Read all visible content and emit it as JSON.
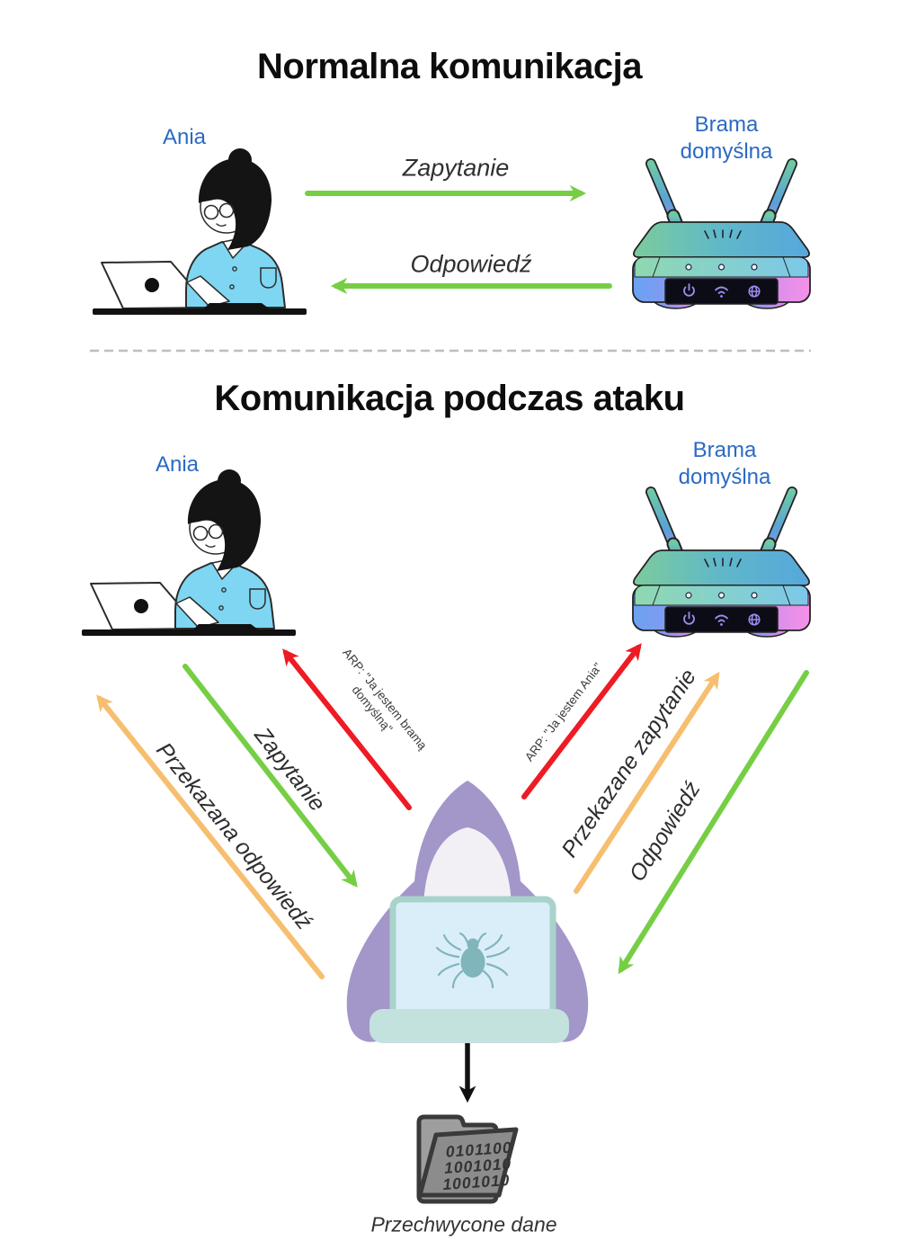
{
  "colors": {
    "arrow_green": "#76ce45",
    "arrow_orange": "#f6be6e",
    "arrow_red": "#ee1b24",
    "arrow_black": "#111111",
    "label_blue": "#2a6ac5",
    "shirt_blue": "#7fd6f2",
    "hoodie_purple": "#a396c9",
    "hacker_laptop_blue": "#daeef9",
    "hacker_laptop_teal": "#a9d2cb",
    "divider_gray": "#bdbdbd"
  },
  "normal": {
    "title": "Normalna komunikacja",
    "user_label": "Ania",
    "gateway_line1": "Brama",
    "gateway_line2": "domyślna",
    "request_label": "Zapytanie",
    "response_label": "Odpowiedź"
  },
  "attack": {
    "title": "Komunikacja podczas ataku",
    "user_label": "Ania",
    "gateway_line1": "Brama",
    "gateway_line2": "domyślna",
    "request_label": "Zapytanie",
    "forwarded_response_label": "Przekazana odpowiedź",
    "forwarded_request_label": "Przekazane zapytanie",
    "response_label": "Odpowiedź",
    "arp_to_user_line1": "ARP: \"Ja jestem bramą",
    "arp_to_user_line2": "domyślną\"",
    "arp_to_gateway_label": "ARP: \"Ja jestem Ania\"",
    "captured_caption": "Przechwycone dane",
    "binary_lines": [
      "0101100",
      "1001010",
      "1001010"
    ]
  },
  "icons": {
    "router_panel": [
      "power-icon",
      "wifi-icon",
      "globe-icon"
    ],
    "hacker_laptop": "bug-icon",
    "captured_data": "folder-binary-icon"
  }
}
